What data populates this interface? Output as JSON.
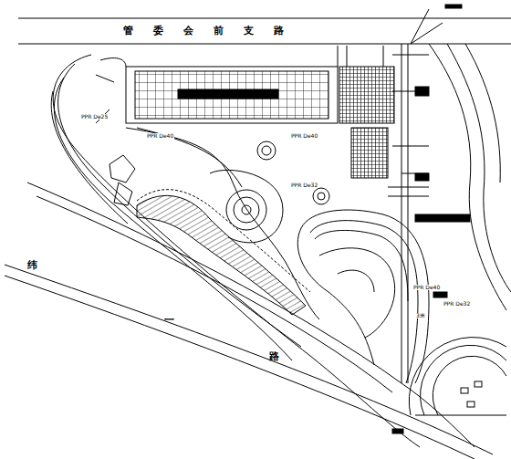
{
  "diagram": {
    "labels": [
      "管委会前支路",
      "纬",
      "一",
      "路",
      "PPR De25",
      "PPR De40",
      "PPR De40",
      "PPR De32",
      "PPR De40",
      "PPR De32",
      "3米"
    ]
  }
}
